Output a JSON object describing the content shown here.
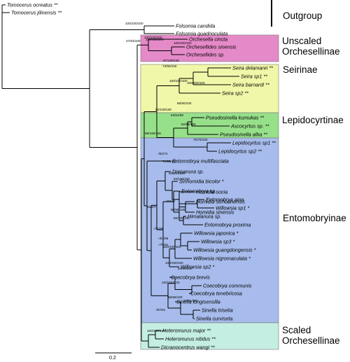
{
  "groups": [
    {
      "label": [
        "Outgroup"
      ],
      "color": "#ffffff"
    },
    {
      "label": [
        "Unscaled",
        "Orchesellinae"
      ],
      "color": "#e58ac8"
    },
    {
      "label": [
        "Seirinae"
      ],
      "color": "#f1f7a8"
    },
    {
      "label": [
        "Lepidocyrtinae"
      ],
      "color": "#97e08a"
    },
    {
      "label": [
        "Entomobryinae"
      ],
      "color": "#a7bcec"
    },
    {
      "label": [
        "Scaled",
        "Orchesellinae"
      ],
      "color": "#c4eee2"
    }
  ],
  "taxa": [
    "Tomocerus ocreatus **",
    "Tomocerus jilinensis **",
    "Folsomia candida",
    "Folsomia quadrioculata",
    "Orchesella cincta",
    "Orchesellides sinensis",
    "Orchesellides sp.",
    "Seira delamarei **",
    "Seira sp1 **",
    "Seira barnardi **",
    "Seira sp2 **",
    "Pseudosinella kumukas **",
    "Ascocyrtus sp. **",
    "Pseudosinella alba **",
    "Lepidocyrtus sp1 **",
    "Lepidocyrtus sp2 **",
    "Entomobrya multifasciata",
    "Drepanura sp.",
    "Sinhomidia bicolor *",
    "Homidia socia",
    "Homidia sichuanensis",
    "Homidia sinensis",
    "Entomobrya sp.",
    "Entomobrya aino",
    "Willowsia sp1 *",
    "Himalanura sp.",
    "Entomobrya proxima",
    "Willowsia japonica *",
    "Willowsia sp3 *",
    "Willowsia guangdongensis *",
    "Willowsia nigromaculata *",
    "Willowsia sp2 *",
    "Coecobrya brevis",
    "Coecobrya communis",
    "Coecobrya tenebricosa",
    "Sinella longisensilla",
    "Sinella trisetia",
    "Sinella curviseta",
    "Heteromurus major **",
    "Heteromurus nitidus **",
    "Dicranocentrus wangi **"
  ],
  "support_values": [
    "100/100/100",
    "100/100/100",
    "47/63/100",
    "100/100/100",
    "100/100/100",
    "97/100/100",
    "73/95/100",
    "100/100/100",
    "100/100/100",
    "86/90/100",
    "63/64/98",
    "92/100/100",
    "82/96/100",
    "75/76/100",
    "98/100/100",
    "-/82/72",
    "74/99/100",
    "90/100/100",
    "94/100/100",
    "-/77/77",
    "80/99/100",
    "86/100/100",
    "45/87/",
    "-/71/99",
    "-/61/69",
    "-/76/91",
    "100/100/100",
    "100/100/100",
    "84/99/100",
    "100/100/100",
    "56/96/100",
    "90/91/100",
    "-/97/81",
    "100/100/100"
  ],
  "scale": {
    "label": "0.2",
    "value": 0.2
  }
}
